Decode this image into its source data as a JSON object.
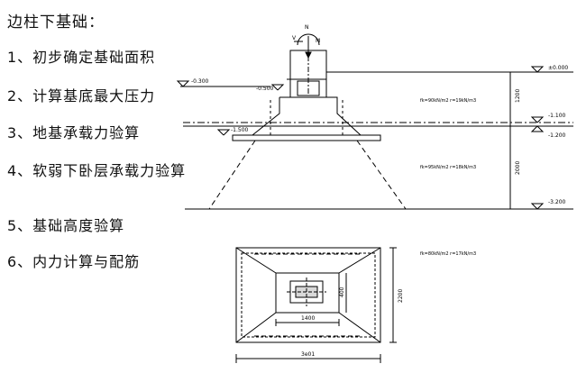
{
  "heading": "边柱下基础：",
  "steps": [
    "1、初步确定基础面积",
    "2、计算基底最大压力",
    "3、地基承载力验算",
    "4、软弱下卧层承载力验算",
    "5、基础高度验算",
    "6、内力计算与配筋"
  ],
  "section": {
    "load_labels": [
      "V",
      "N",
      "M"
    ],
    "levels": {
      "ground_left": "-0.300",
      "pedestal_left": "-0.500",
      "base_left": "-1.500",
      "top_right": "±0.000",
      "water_right": "-1.100",
      "layer_right": "-1.200",
      "bottom_right": "-3.200"
    },
    "soil_layers": [
      "fk=90kN/m2   r=19kN/m3",
      "fk=95kN/m2   r=18kN/m3"
    ],
    "dims": [
      "1200",
      "2000"
    ]
  },
  "plan": {
    "soil_note": "fk=80kN/m2   r=17kN/m3",
    "dims": {
      "width": "3e01",
      "inner": "1400",
      "depth": "2200",
      "side": "400"
    }
  }
}
